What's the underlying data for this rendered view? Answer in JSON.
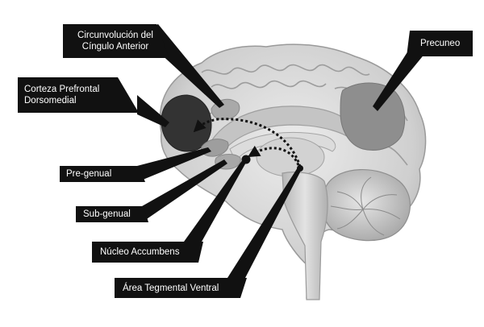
{
  "labels": {
    "cingulo": {
      "line1": "Circunvolución del",
      "line2": "Cíngulo Anterior"
    },
    "precuneo": "Precuneo",
    "prefrontal": {
      "line1": "Corteza Prefrontal",
      "line2": "Dorsomedial"
    },
    "pregenual": "Pre-genual",
    "subgenual": "Sub-genual",
    "accumbens": "Núcleo Accumbens",
    "tegmental": "Área Tegmental Ventral"
  },
  "colors": {
    "background": "#ffffff",
    "label_fill": "#111111",
    "label_text": "#ffffff",
    "brain_light": "#d8d8d8",
    "brain_mid": "#bdbdbd",
    "region_dark": "#3a3a3a",
    "region_precuneus": "#8e8e8e",
    "pathway_arrows": "#111111"
  }
}
